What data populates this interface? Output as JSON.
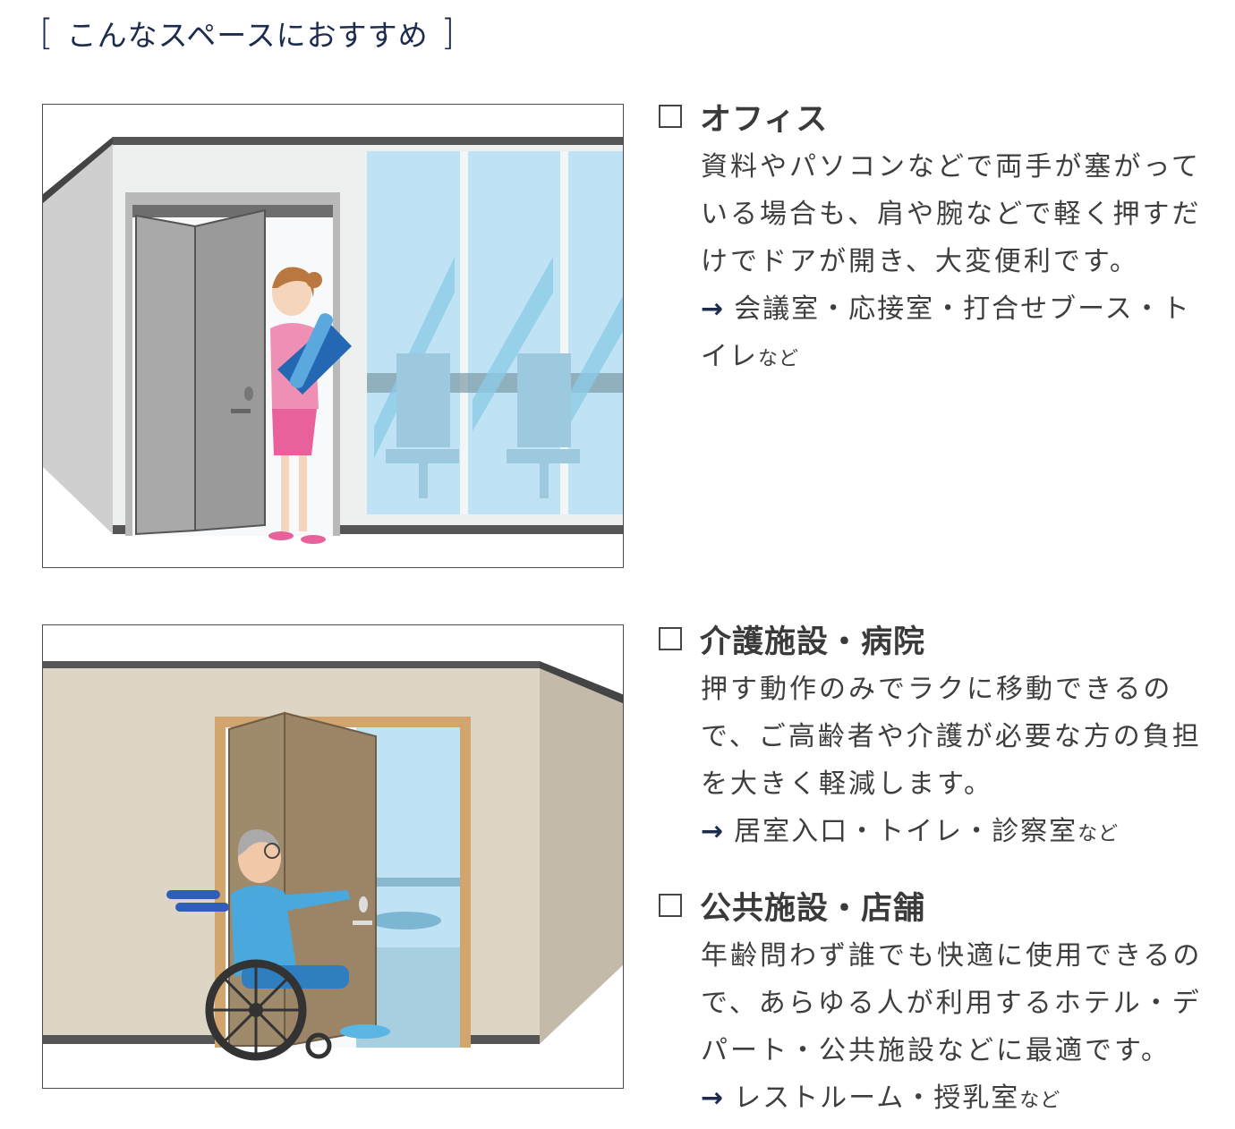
{
  "heading": {
    "open": "[",
    "text": "こんなスペースにおすすめ",
    "close": "]"
  },
  "sections": [
    {
      "title": "オフィス",
      "description": "資料やパソコンなどで両手が塞がっている場合も、肩や腕などで軽く押すだけでドアが開き、大変便利です。",
      "arrow": "→",
      "examples": "会議室・応接室・打合せブース・トイレ",
      "suffix": "など"
    },
    {
      "title": "介護施設・病院",
      "description": "押す動作のみでラクに移動できるので、ご高齢者や介護が必要な方の負担を大きく軽減します。",
      "arrow": "→",
      "examples": "居室入口・トイレ・診察室",
      "suffix": "など"
    },
    {
      "title": "公共施設・店舗",
      "description": "年齢問わず誰でも快適に使用できるので、あらゆる人が利用するホテル・デパート・公共施設などに最適です。",
      "arrow": "→",
      "examples": "レストルーム・授乳室",
      "suffix": "など"
    }
  ],
  "colors": {
    "navy": "#1d2b4f",
    "text": "#3e3e3e",
    "wall_grey": "#c9c9c9",
    "glass_blue": "#bfe3f4",
    "wall_beige": "#ddd5c5",
    "door_brown": "#a08a6c",
    "frame_orange": "#d2a56e"
  }
}
